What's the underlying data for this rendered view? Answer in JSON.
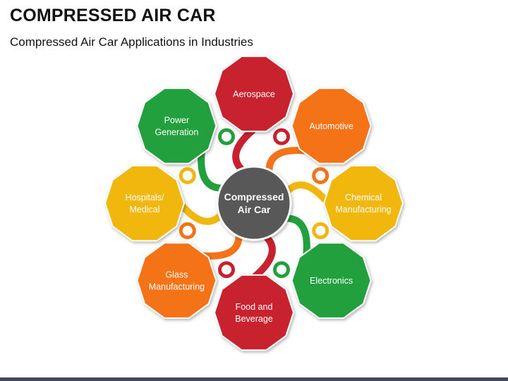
{
  "header": {
    "title": "COMPRESSED AIR CAR",
    "subtitle": "Compressed Air Car Applications in Industries"
  },
  "hub": {
    "lines": [
      "Compressed",
      "Air Car"
    ],
    "color": "#595959"
  },
  "colors": {
    "red": "#c8202e",
    "orange": "#f47319",
    "yellow": "#f1b70e",
    "green": "#21a03d"
  },
  "nodes": [
    {
      "key": "aerospace",
      "lines": [
        "Aerospace"
      ],
      "color": "red"
    },
    {
      "key": "automotive",
      "lines": [
        "Automotive"
      ],
      "color": "orange"
    },
    {
      "key": "chemical-manufacturing",
      "lines": [
        "Chemical",
        "Manufacturing"
      ],
      "color": "yellow"
    },
    {
      "key": "electronics",
      "lines": [
        "Electronics"
      ],
      "color": "green"
    },
    {
      "key": "food-and-beverage",
      "lines": [
        "Food and",
        "Beverage"
      ],
      "color": "red"
    },
    {
      "key": "glass-manufacturing",
      "lines": [
        "Glass",
        "Manufacturing"
      ],
      "color": "orange"
    },
    {
      "key": "hospitals-medical",
      "lines": [
        "Hospitals/",
        "Medical"
      ],
      "color": "yellow"
    },
    {
      "key": "power-generation",
      "lines": [
        "Power",
        "Generation"
      ],
      "color": "green"
    }
  ]
}
